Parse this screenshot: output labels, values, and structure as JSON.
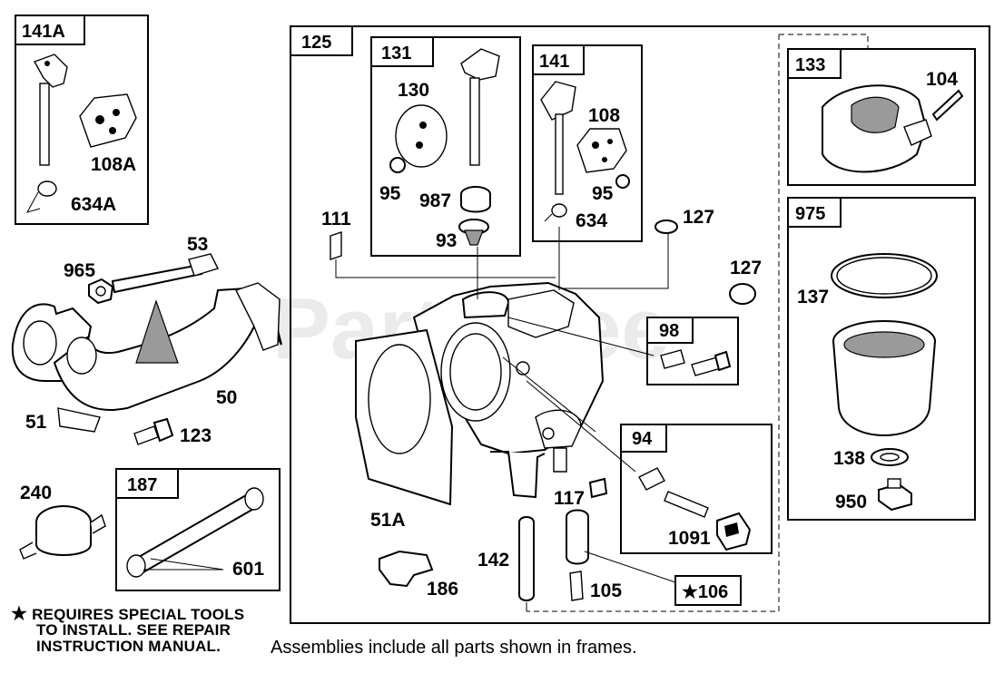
{
  "watermark": "PartsTree",
  "frames": {
    "f141A": "141A",
    "f125": "125",
    "f131": "131",
    "f141": "141",
    "f133": "133",
    "f975": "975",
    "f98": "98",
    "f94": "94",
    "f187": "187",
    "f106": "★106"
  },
  "labels": {
    "p108A": "108A",
    "p634A": "634A",
    "p53": "53",
    "p965": "965",
    "p50": "50",
    "p51": "51",
    "p123": "123",
    "p240": "240",
    "p601": "601",
    "p130": "130",
    "p95a": "95",
    "p987": "987",
    "p93": "93",
    "p108": "108",
    "p95b": "95",
    "p634": "634",
    "p111": "111",
    "p127a": "127",
    "p127b": "127",
    "p104": "104",
    "p137": "137",
    "p138": "138",
    "p950": "950",
    "p51A": "51A",
    "p117": "117",
    "p1091": "1091",
    "p142": "142",
    "p105": "105",
    "p186": "186"
  },
  "notes": {
    "star": "★",
    "line1": "REQUIRES SPECIAL TOOLS",
    "line2": "TO INSTALL.  SEE REPAIR",
    "line3": "INSTRUCTION MANUAL.",
    "caption": "Assemblies include all parts shown in frames."
  }
}
